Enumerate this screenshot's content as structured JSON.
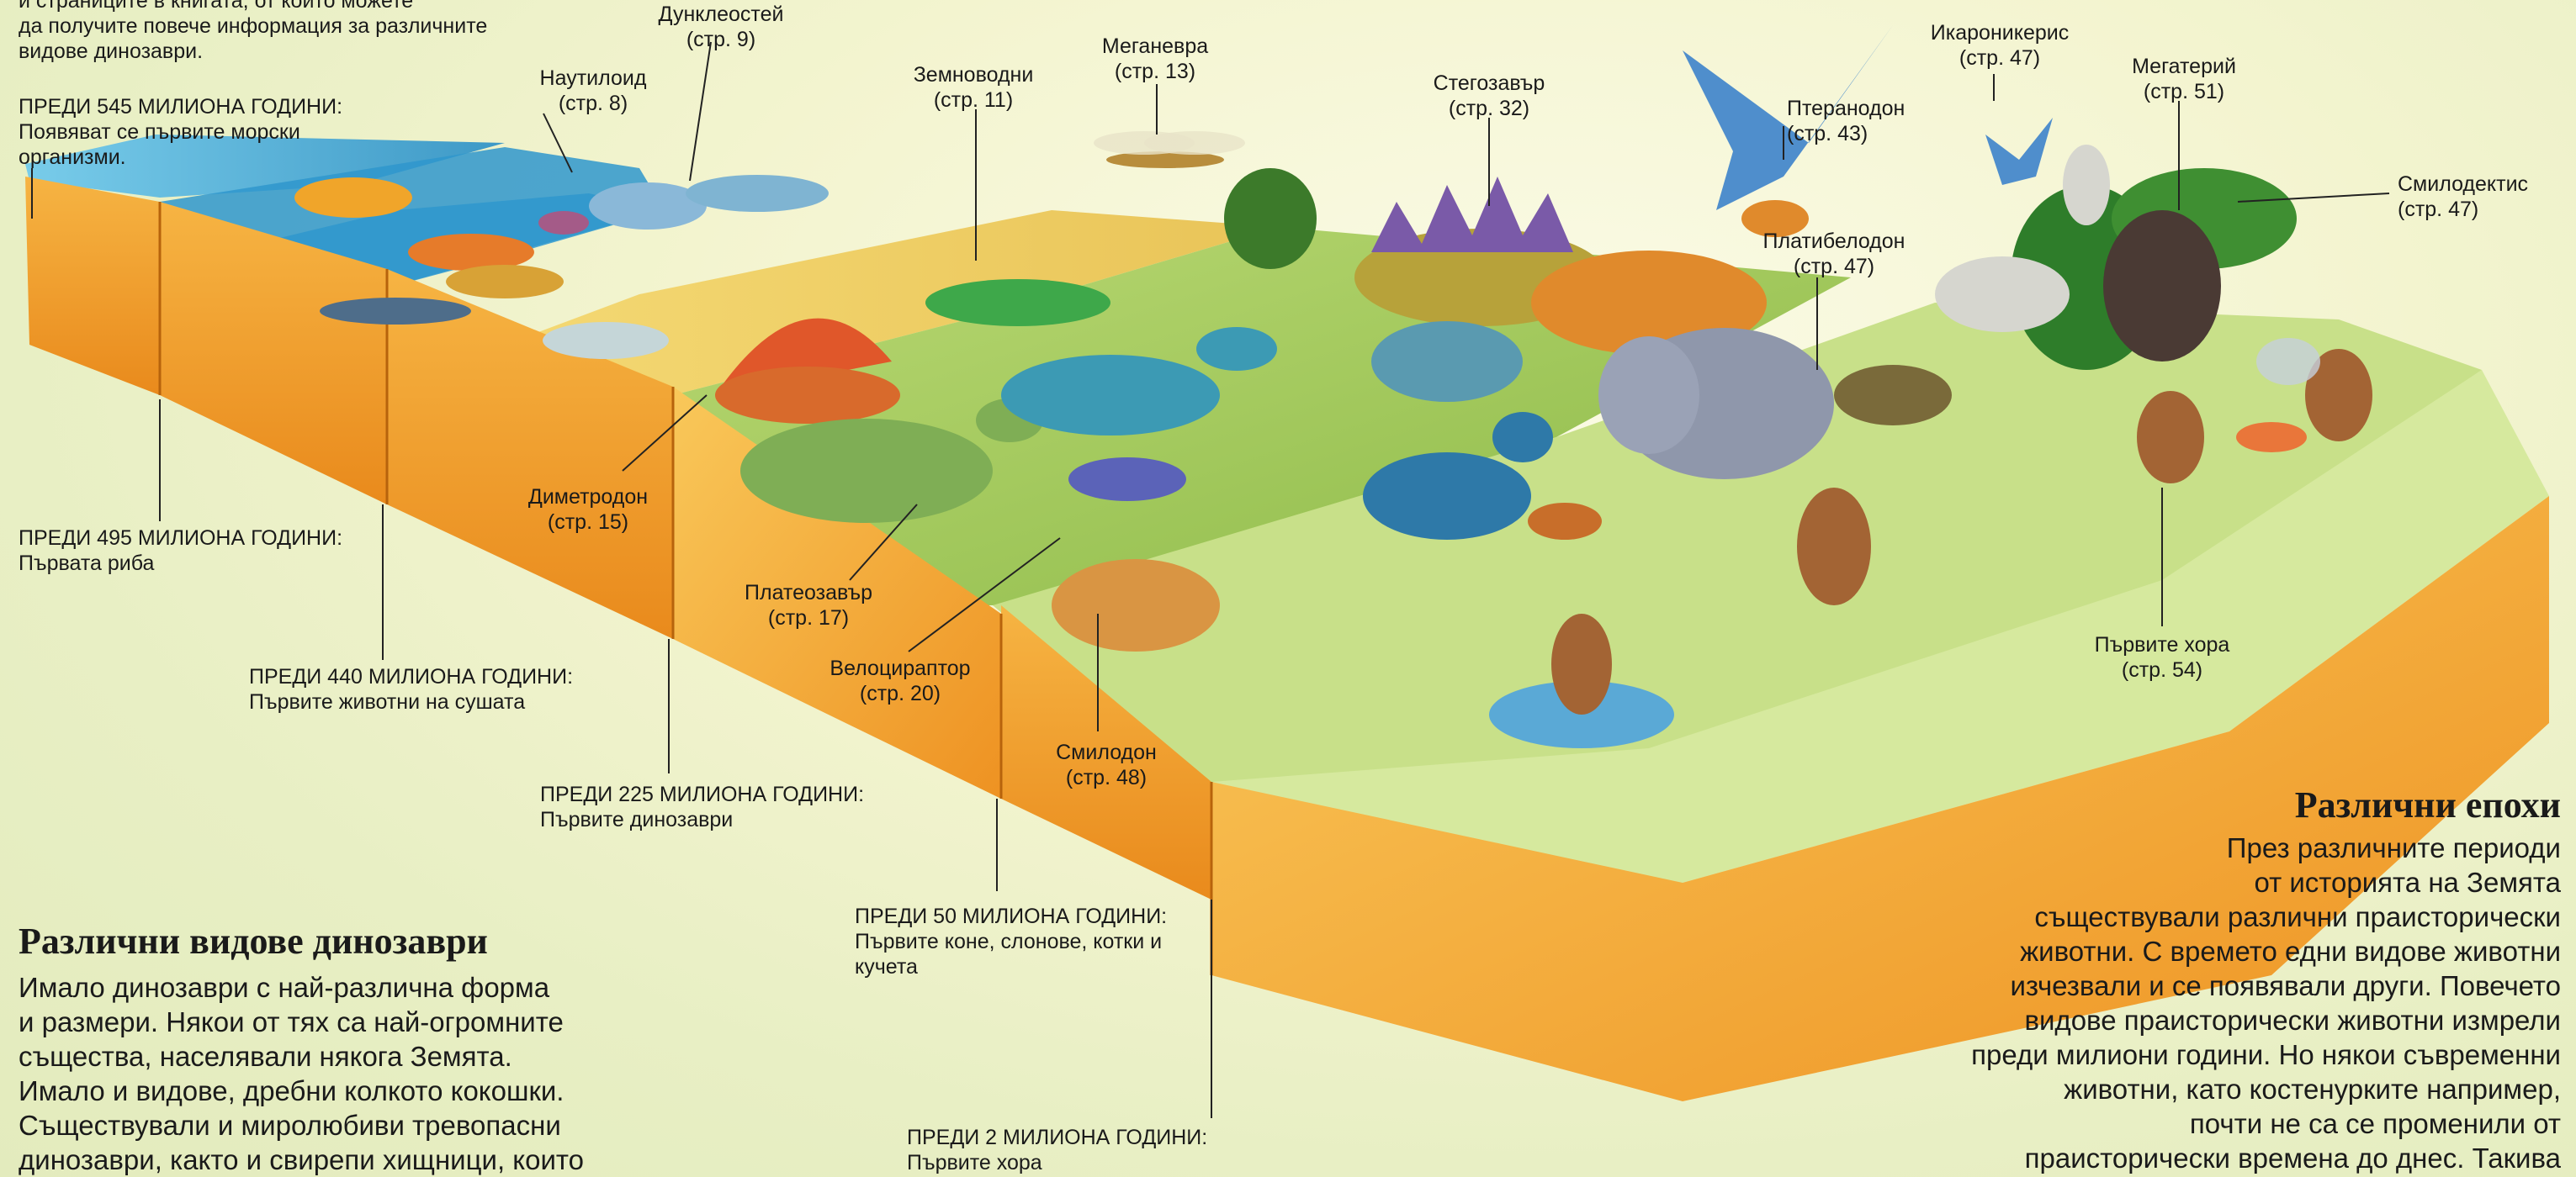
{
  "intro": {
    "line1": "и страниците в книгата, от които можете",
    "line2": "да получите повече информация за различните",
    "line3": "видове динозаври."
  },
  "eras": [
    {
      "title": "ПРЕДИ 545 МИЛИОНА ГОДИНИ:",
      "text": "Появяват се първите морски организми."
    },
    {
      "title": "ПРЕДИ 495 МИЛИОНА ГОДИНИ:",
      "text": "Първата риба"
    },
    {
      "title": "ПРЕДИ 440 МИЛИОНА ГОДИНИ:",
      "text": "Първите животни на сушата"
    },
    {
      "title": "ПРЕДИ 225 МИЛИОНА ГОДИНИ:",
      "text": "Първите динозаври"
    },
    {
      "title": "ПРЕДИ 50 МИЛИОНА ГОДИНИ:",
      "text": "Първите коне, слонове, котки и кучета"
    },
    {
      "title": "ПРЕДИ 2 МИЛИОНА ГОДИНИ:",
      "text": "Първите хора"
    }
  ],
  "animals": [
    {
      "name": "Наутилоид",
      "page": "(стр. 8)"
    },
    {
      "name": "Дунклеостей",
      "page": "(стр. 9)"
    },
    {
      "name": "Земноводни",
      "page": "(стр. 11)"
    },
    {
      "name": "Меганевра",
      "page": "(стр. 13)"
    },
    {
      "name": "Стегозавър",
      "page": "(стр. 32)"
    },
    {
      "name": "Птеранодон",
      "page": "(стр. 43)"
    },
    {
      "name": "Икароникерис",
      "page": "(стр. 47)"
    },
    {
      "name": "Мегатерий",
      "page": "(стр. 51)"
    },
    {
      "name": "Смилодектис",
      "page": "(стр. 47)"
    },
    {
      "name": "Платибелодон",
      "page": "(стр. 47)"
    },
    {
      "name": "Диметродон",
      "page": "(стр. 15)"
    },
    {
      "name": "Платеозавър",
      "page": "(стр. 17)"
    },
    {
      "name": "Велоцираптор",
      "page": "(стр. 20)"
    },
    {
      "name": "Смилодон",
      "page": "(стр. 48)"
    },
    {
      "name": "Първите хора",
      "page": "(стр. 54)"
    }
  ],
  "dino_section": {
    "heading": "Различни видове динозаври",
    "lines": [
      "Имало динозаври с най-различна форма",
      "и размери. Някои от тях са най-огромните",
      "същества, населявали някога Земята.",
      "Имало и видове, дребни колкото кокошки.",
      "Съществували и миролюбиви тревопасни",
      "динозаври, както и свирепи хищници, които"
    ]
  },
  "epochs_section": {
    "heading": "Различни епохи",
    "lines": [
      "През различните периоди",
      "от историята на Земята",
      "съществували различни праисторически",
      "животни. С времето едни видове животни",
      "изчезвали и се появявали други. Повечето",
      "видове праисторически животни измрели",
      "преди милиони години. Но някои съвременни",
      "животни, като костенурките например,",
      "почти не са се променили от",
      "праисторически времена до днес. Такива"
    ]
  },
  "colors": {
    "water": "#3aa7d8",
    "block_orange": "#f0a030",
    "block_dark": "#c97414",
    "grass": "#9ac455",
    "sand": "#f3d46a"
  }
}
